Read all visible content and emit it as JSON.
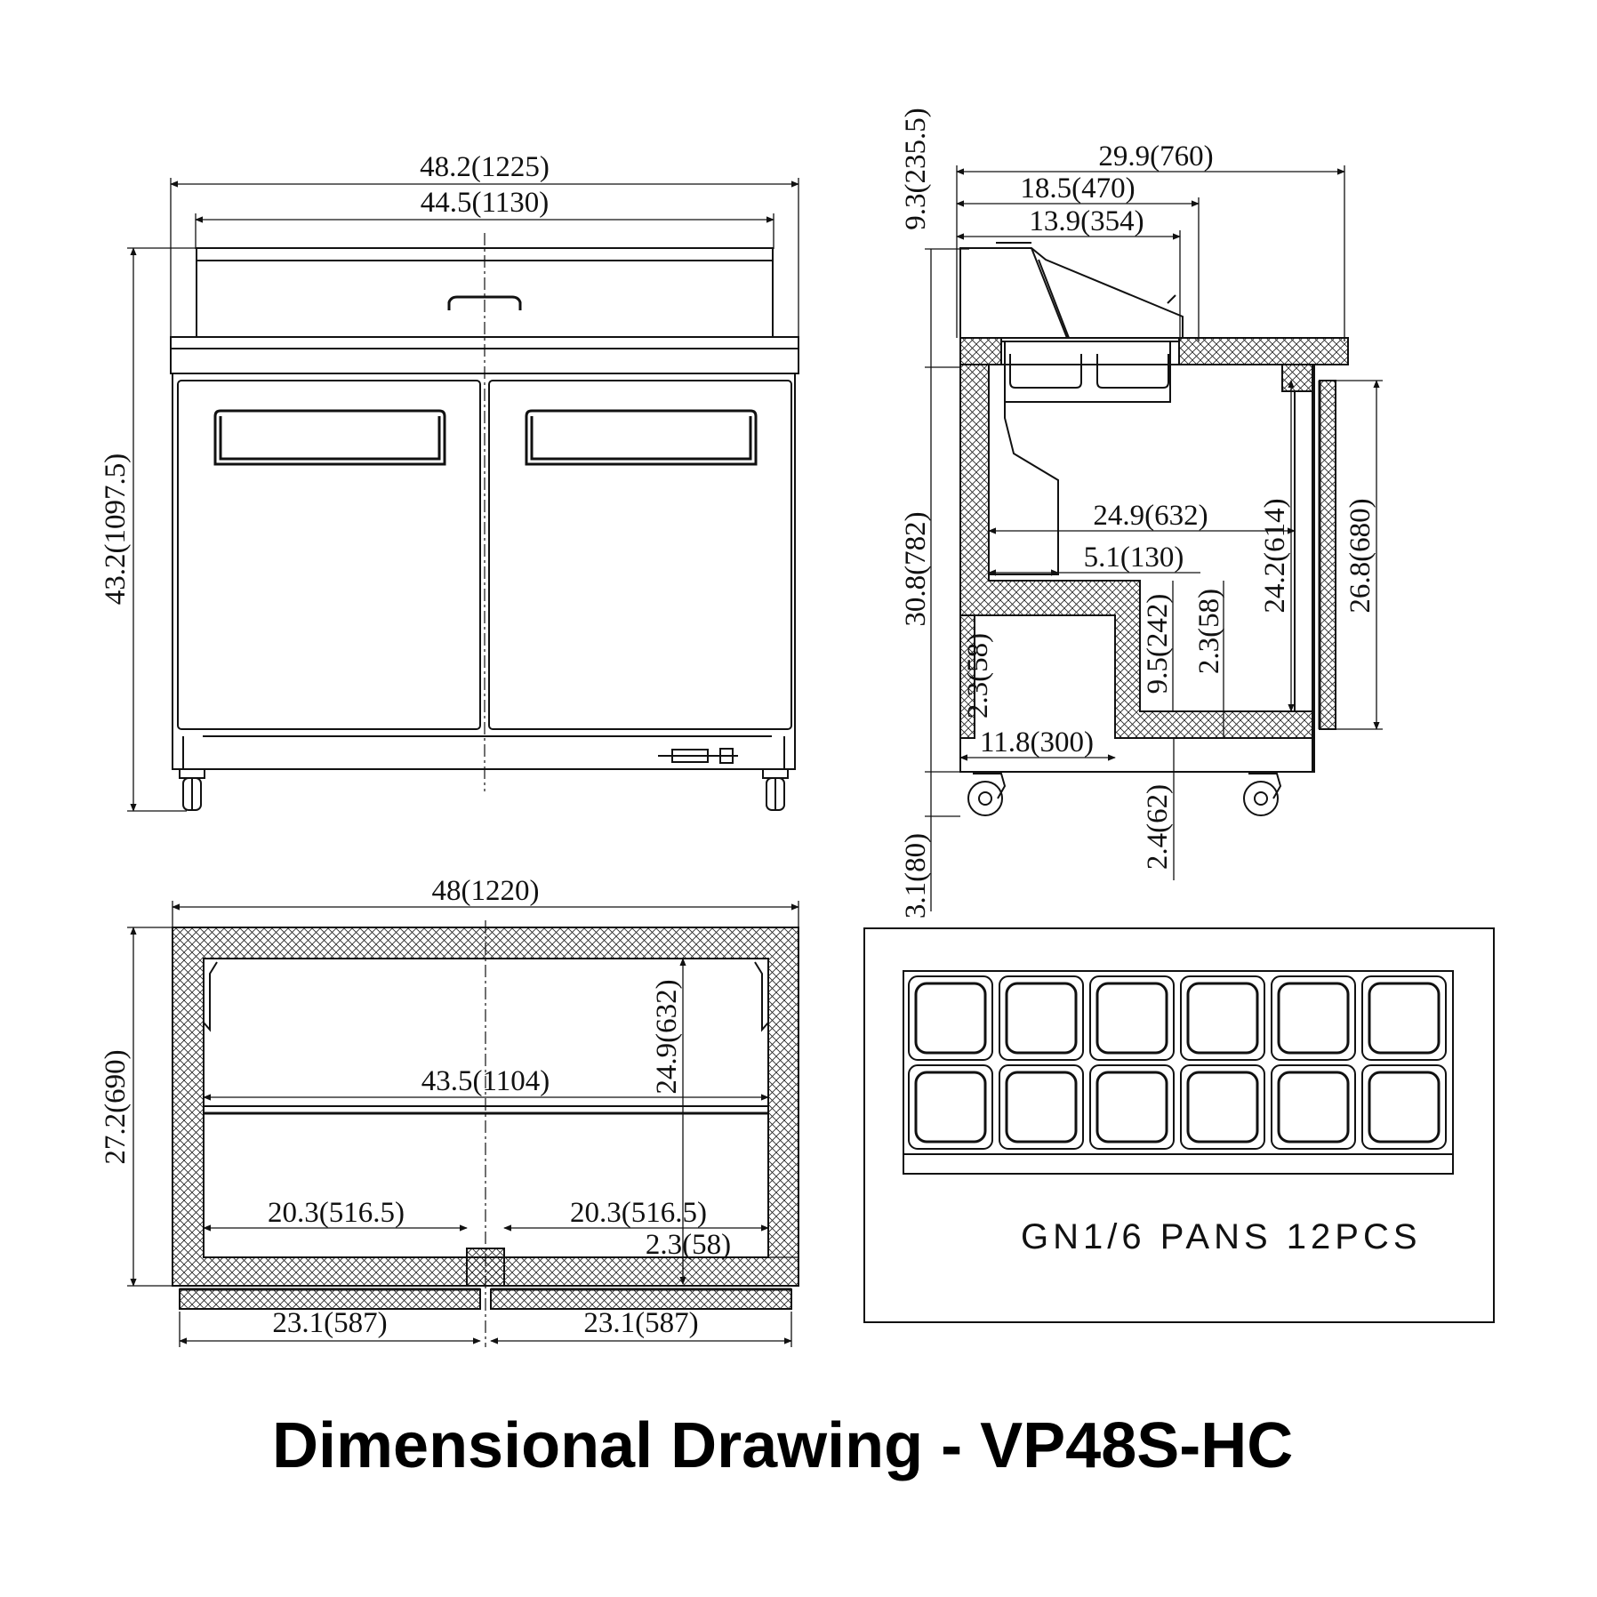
{
  "title": "Dimensional Drawing - VP48S-HC",
  "front_view": {
    "overall_width": "48.2(1225)",
    "inner_width": "44.5(1130)",
    "overall_height": "43.2(1097.5)"
  },
  "side_view": {
    "depth_total": "29.9(760)",
    "depth_rail": "18.5(470)",
    "depth_lid": "13.9(354)",
    "lid_height": "9.3(235.5)",
    "cabinet_height": "30.8(782)",
    "caster_height": "3.1(80)",
    "interior_depth": "24.9(632)",
    "step_depth": "5.1(130)",
    "step_height": "9.5(242)",
    "bottom_insulation_right": "2.3(58)",
    "bottom_insulation_left": "2.3(58)",
    "compressor_depth": "11.8(300)",
    "floor_clearance": "2.4(62)",
    "door_opening_height": "24.2(614)",
    "door_height": "26.8(680)"
  },
  "top_view": {
    "overall_width": "48(1220)",
    "overall_depth": "27.2(690)",
    "interior_width": "43.5(1104)",
    "interior_depth": "24.9(632)",
    "left_bay": "20.3(516.5)",
    "right_bay": "20.3(516.5)",
    "wall_thickness": "2.3(58)",
    "left_door": "23.1(587)",
    "right_door": "23.1(587)"
  },
  "pan_view": {
    "label": "GN1/6 PANS 12PCS",
    "rows": 2,
    "columns": 6
  }
}
